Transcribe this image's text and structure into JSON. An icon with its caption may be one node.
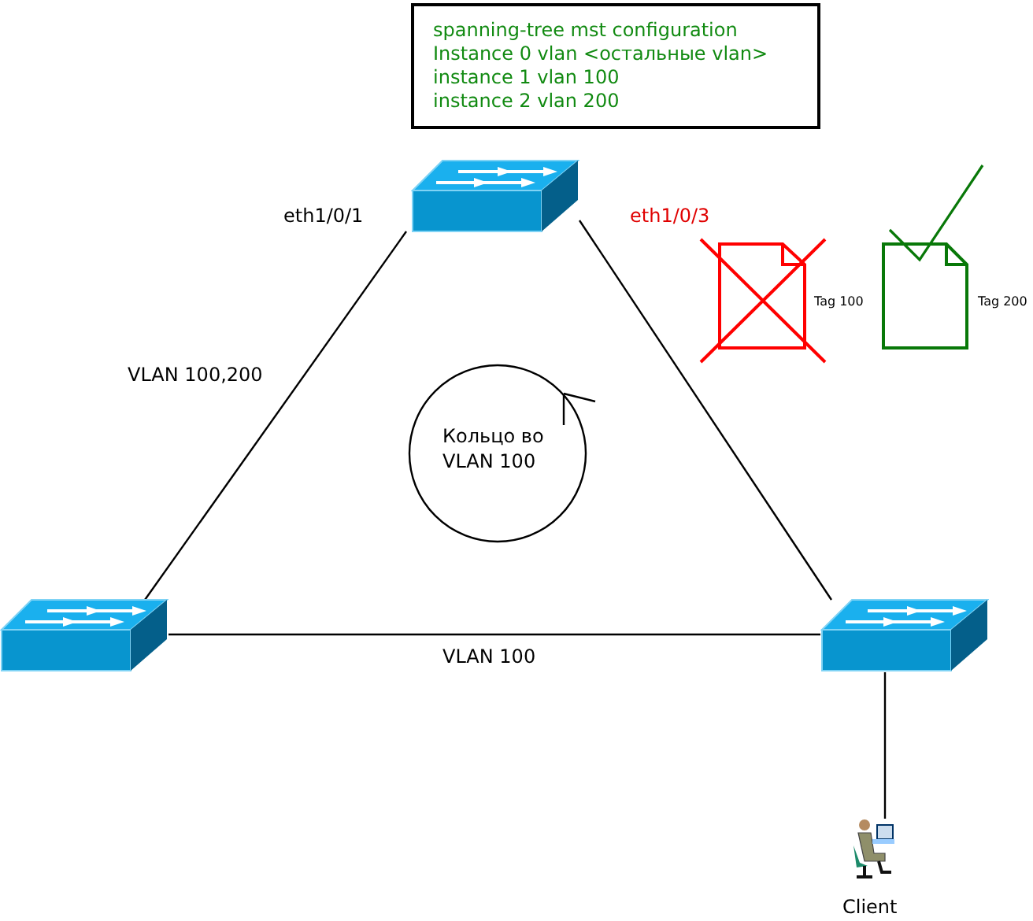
{
  "diagram": {
    "nodes": [
      {
        "text": [
          "spanning-tree mst configuration",
          "Instance 0 vlan <остальные vlan>",
          "instance 1 vlan 100",
          "instance 2 vlan 200"
        ]
      },
      {
        "text": [],
        "shape": "picture"
      },
      {
        "text": [],
        "shape": "picture"
      },
      {
        "text": [],
        "shape": "picture"
      },
      {
        "text": [
          "Client"
        ]
      },
      {
        "text": [
          "Кольцо во VLAN 100"
        ]
      }
    ],
    "edges": [
      {
        "from": 1,
        "to": 2,
        "arrow": "none",
        "label": "VLAN 100,200"
      },
      {
        "from": 1,
        "to": 3,
        "arrow": "none"
      },
      {
        "from": 2,
        "to": 3,
        "arrow": "none",
        "label": "VLAN 100"
      },
      {
        "from": 3,
        "to": 4,
        "arrow": "none"
      }
    ],
    "labels": [
      "eth1/0/1",
      "eth1/0/3",
      "Tag 100",
      "Tag 200"
    ]
  }
}
